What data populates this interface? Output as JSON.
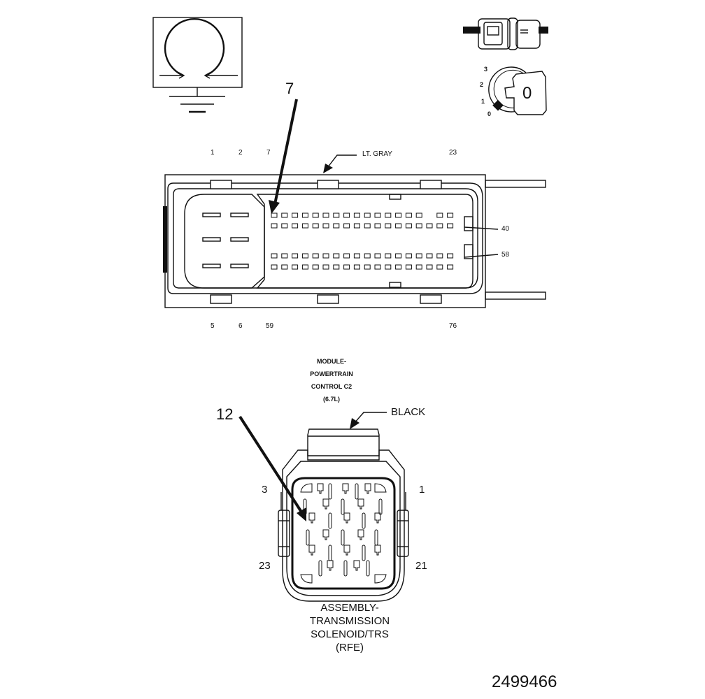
{
  "pcm_connector": {
    "callout": "7",
    "color_label": "LT. GRAY",
    "top_pins": [
      "1",
      "2",
      "7",
      "23"
    ],
    "bottom_pins": [
      "5",
      "6",
      "59",
      "76"
    ],
    "side_pins": [
      "40",
      "58"
    ],
    "title_lines": [
      "MODULE-",
      "POWERTRAIN",
      "CONTROL C2",
      "(6.7L)"
    ]
  },
  "solenoid_connector": {
    "callout": "12",
    "color_label": "BLACK",
    "pin_labels": {
      "top_left": "3",
      "top_right": "1",
      "bottom_left": "23",
      "bottom_right": "21"
    },
    "title_lines": [
      "ASSEMBLY-",
      "TRANSMISSION",
      "SOLENOID/TRS",
      "(RFE)"
    ]
  },
  "key_switch": {
    "positions": [
      "3",
      "2",
      "1",
      "0"
    ],
    "key_glyph": "0"
  },
  "figure_number": "2499466",
  "colors": {
    "line": "#111111",
    "background": "#ffffff"
  }
}
